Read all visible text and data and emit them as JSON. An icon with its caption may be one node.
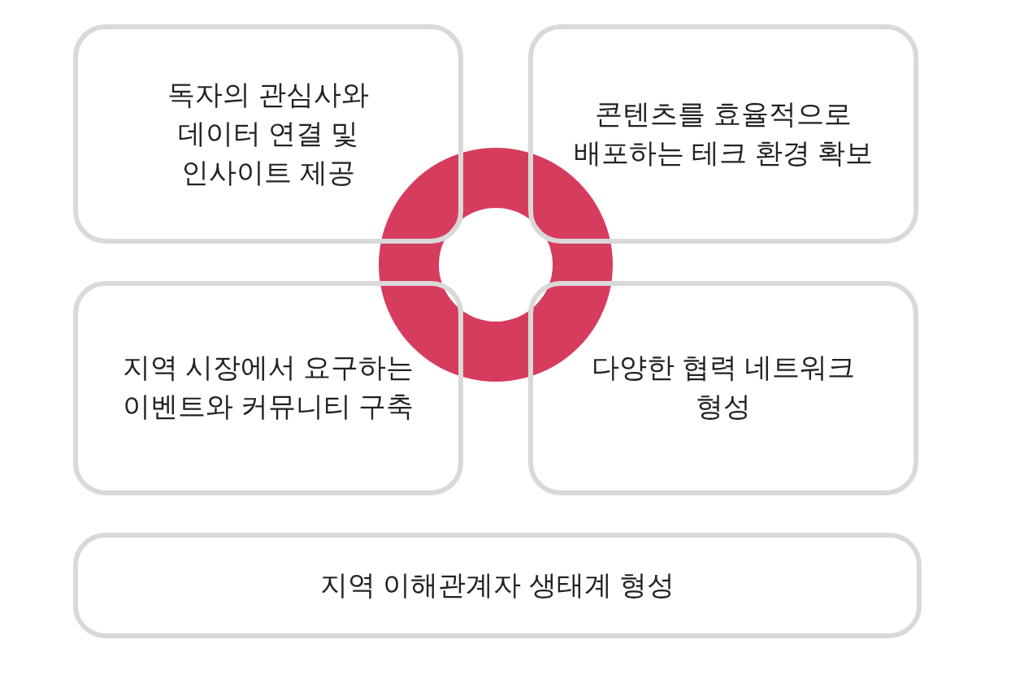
{
  "diagram": {
    "nodes": [
      {
        "text": [
          "독자의 관심사와 데이터 연결 및 인사이트 제공"
        ]
      },
      {
        "text": [
          "콘텐츠를 효율적으로 배포하는 테크 환경 확보"
        ]
      },
      {
        "text": [
          "지역 시장에서 요구하는 이벤트와 커뮤니티 구축"
        ]
      },
      {
        "text": [
          "다양한 협력 네트워크 형성"
        ]
      },
      {
        "text": [
          "지역 이해관계자 생태계 형성"
        ]
      }
    ]
  }
}
